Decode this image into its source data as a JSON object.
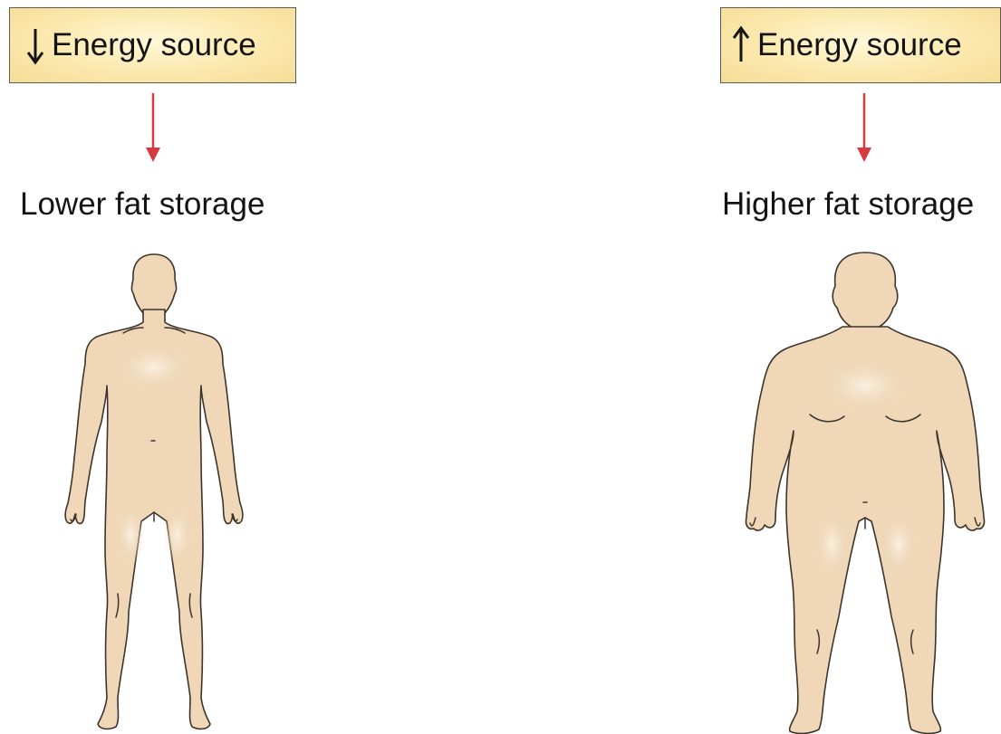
{
  "panels": {
    "left": {
      "box_label": "Energy source",
      "direction": "down",
      "caption": "Lower fat storage"
    },
    "right": {
      "box_label": "Energy source",
      "direction": "up",
      "caption": "Higher fat storage"
    }
  },
  "colors": {
    "box_fill": "#fbe8ad",
    "arrow": "#d93a3f",
    "skin": "#efd7b8",
    "outline": "#3d352c"
  }
}
